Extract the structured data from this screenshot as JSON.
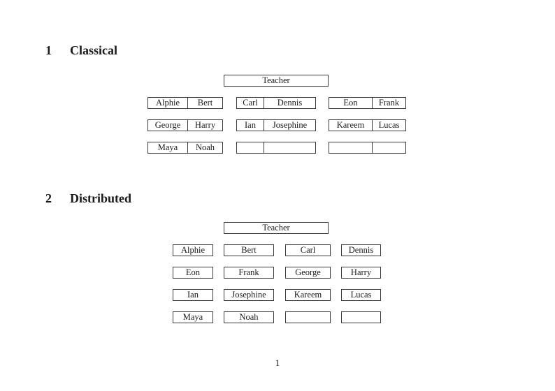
{
  "page": {
    "number": "1"
  },
  "colors": {
    "border": "#3a3a3a",
    "text": "#1a1a1a",
    "background": "#ffffff"
  },
  "sections": [
    {
      "heading_number": "1",
      "heading_title": "Classical",
      "teacher_label": "Teacher",
      "rows": [
        [
          [
            "Alphie",
            "Bert"
          ],
          [
            "Carl",
            "Dennis"
          ],
          [
            "Eon",
            "Frank"
          ]
        ],
        [
          [
            "George",
            "Harry"
          ],
          [
            "Ian",
            "Josephine"
          ],
          [
            "Kareem",
            "Lucas"
          ]
        ],
        [
          [
            "Maya",
            "Noah"
          ],
          [
            "",
            ""
          ],
          [
            "",
            ""
          ]
        ]
      ]
    },
    {
      "heading_number": "2",
      "heading_title": "Distributed",
      "teacher_label": "Teacher",
      "rows": [
        [
          "Alphie",
          "Bert",
          "Carl",
          "Dennis"
        ],
        [
          "Eon",
          "Frank",
          "George",
          "Harry"
        ],
        [
          "Ian",
          "Josephine",
          "Kareem",
          "Lucas"
        ],
        [
          "Maya",
          "Noah",
          "",
          ""
        ]
      ]
    }
  ]
}
